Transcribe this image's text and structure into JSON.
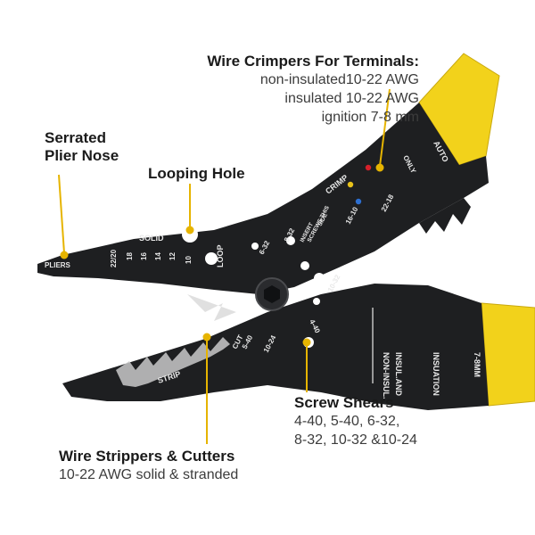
{
  "labels": {
    "crimpers": {
      "title": "Wire Crimpers For Terminals:",
      "lines": [
        "non-insulated10-22 AWG",
        "insulated 10-22 AWG",
        "ignition 7-8 mm"
      ]
    },
    "plier_nose": {
      "lines": [
        "Serrated",
        "Plier Nose"
      ]
    },
    "looping_hole": {
      "title": "Looping Hole"
    },
    "screw_shears": {
      "title": "Screw Shears",
      "lines": [
        "4-40, 5-40, 6-32,",
        "8-32, 10-32 &10-24"
      ]
    },
    "strippers": {
      "title": "Wire Strippers & Cutters",
      "lines": [
        "10-22 AWG solid & stranded"
      ]
    }
  },
  "tool_markings": {
    "pliers": "PLIERS",
    "solid": "SOLID",
    "awg_sizes": [
      "22/20",
      "18",
      "16",
      "14",
      "12",
      "10"
    ],
    "loop": "LOOP",
    "strip": "STRIP",
    "cut": "CUT",
    "screw_sizes_cut": [
      "5-40",
      "10-24",
      "4-40",
      "6-32",
      "8-32",
      "10-32"
    ],
    "insert_screws": [
      "INSERT",
      "SCREWS THIS",
      "SIDE"
    ],
    "crimp": "CRIMP",
    "crimp_gauges": [
      "16-10",
      "22-18"
    ],
    "only": "ONLY",
    "auto": "AUTO",
    "insul_non_insul": [
      "INSUL.AND",
      "NON-INSUL."
    ],
    "insulation": "INSUATION",
    "size_78": "7-8MM"
  },
  "colors": {
    "handle": "#f2d21b",
    "steel": "#1e1f21",
    "callout_line": "#e6b400",
    "dot_red": "#d6202a",
    "dot_yellow": "#e8c21a",
    "dot_blue": "#2d6fd1"
  }
}
